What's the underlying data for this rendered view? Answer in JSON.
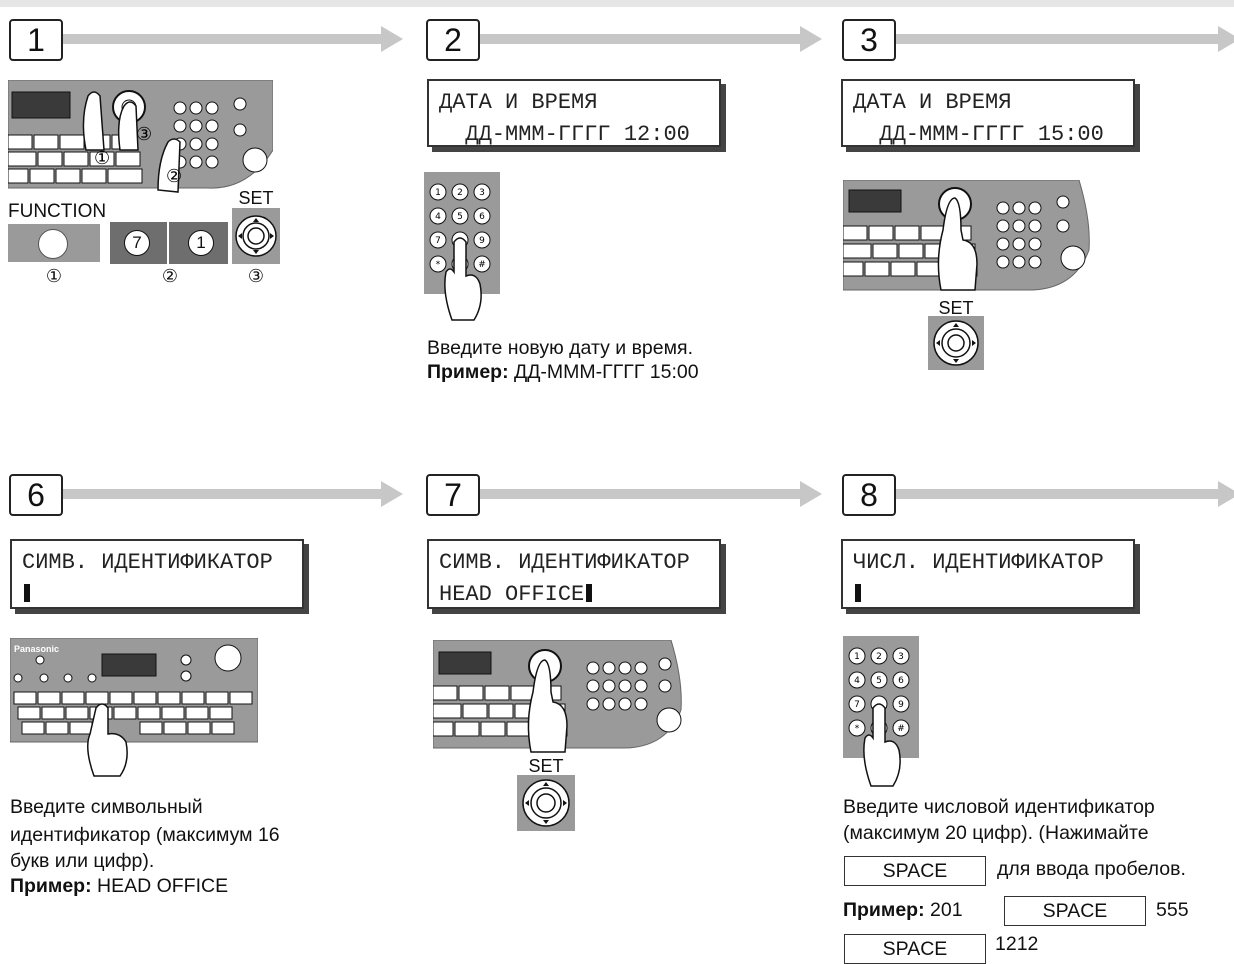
{
  "steps": [
    {
      "num": "1"
    },
    {
      "num": "2",
      "lcd_line1": "ДАТА И ВРЕМЯ",
      "lcd_line2_u": "Д",
      "lcd_line2_rest": "Д-МММ-ГГГГ 12:00",
      "desc": "Введите новую дату и время.",
      "example_label": "Пример:",
      "example_value": " ДД-МММ-ГГГГ 15:00"
    },
    {
      "num": "3",
      "lcd_line1": "ДАТА И ВРЕМЯ",
      "lcd_line2": "  ДД-МММ-ГГГГ 15:00",
      "set_label": "SET"
    },
    {
      "num": "6",
      "lcd_line1": "СИМВ. ИДЕНТИФИКАТОР",
      "desc1": "Введите символьный",
      "desc2": "идентификатор (максимум 16",
      "desc3": "букв или цифр).",
      "example_label": "Пример:",
      "example_value": " HEAD OFFICE"
    },
    {
      "num": "7",
      "lcd_line1": "СИМВ. ИДЕНТИФИКАТОР",
      "lcd_line2": "HEAD OFFICE",
      "set_label": "SET"
    },
    {
      "num": "8",
      "lcd_line1": "ЧИСЛ. ИДЕНТИФИКАТОР",
      "desc1": "Введите  числовой идентификатор",
      "desc2": "(максимум 20 цифр). (Нажимайте",
      "space_key": "SPACE",
      "desc3": "для ввода пробелов.",
      "example_label": "Пример:",
      "example_part1": " 201",
      "example_part2": "555",
      "example_part3": "1212"
    }
  ],
  "step1": {
    "function_label": "FUNCTION",
    "set_label": "SET",
    "key_7": "7",
    "key_1": "1",
    "marker_1": "①",
    "marker_2": "②",
    "marker_3": "③"
  },
  "colors": {
    "panel": "#9a9a9a",
    "key_grey": "#6e6e6e",
    "arrow": "#c7c7c7"
  }
}
